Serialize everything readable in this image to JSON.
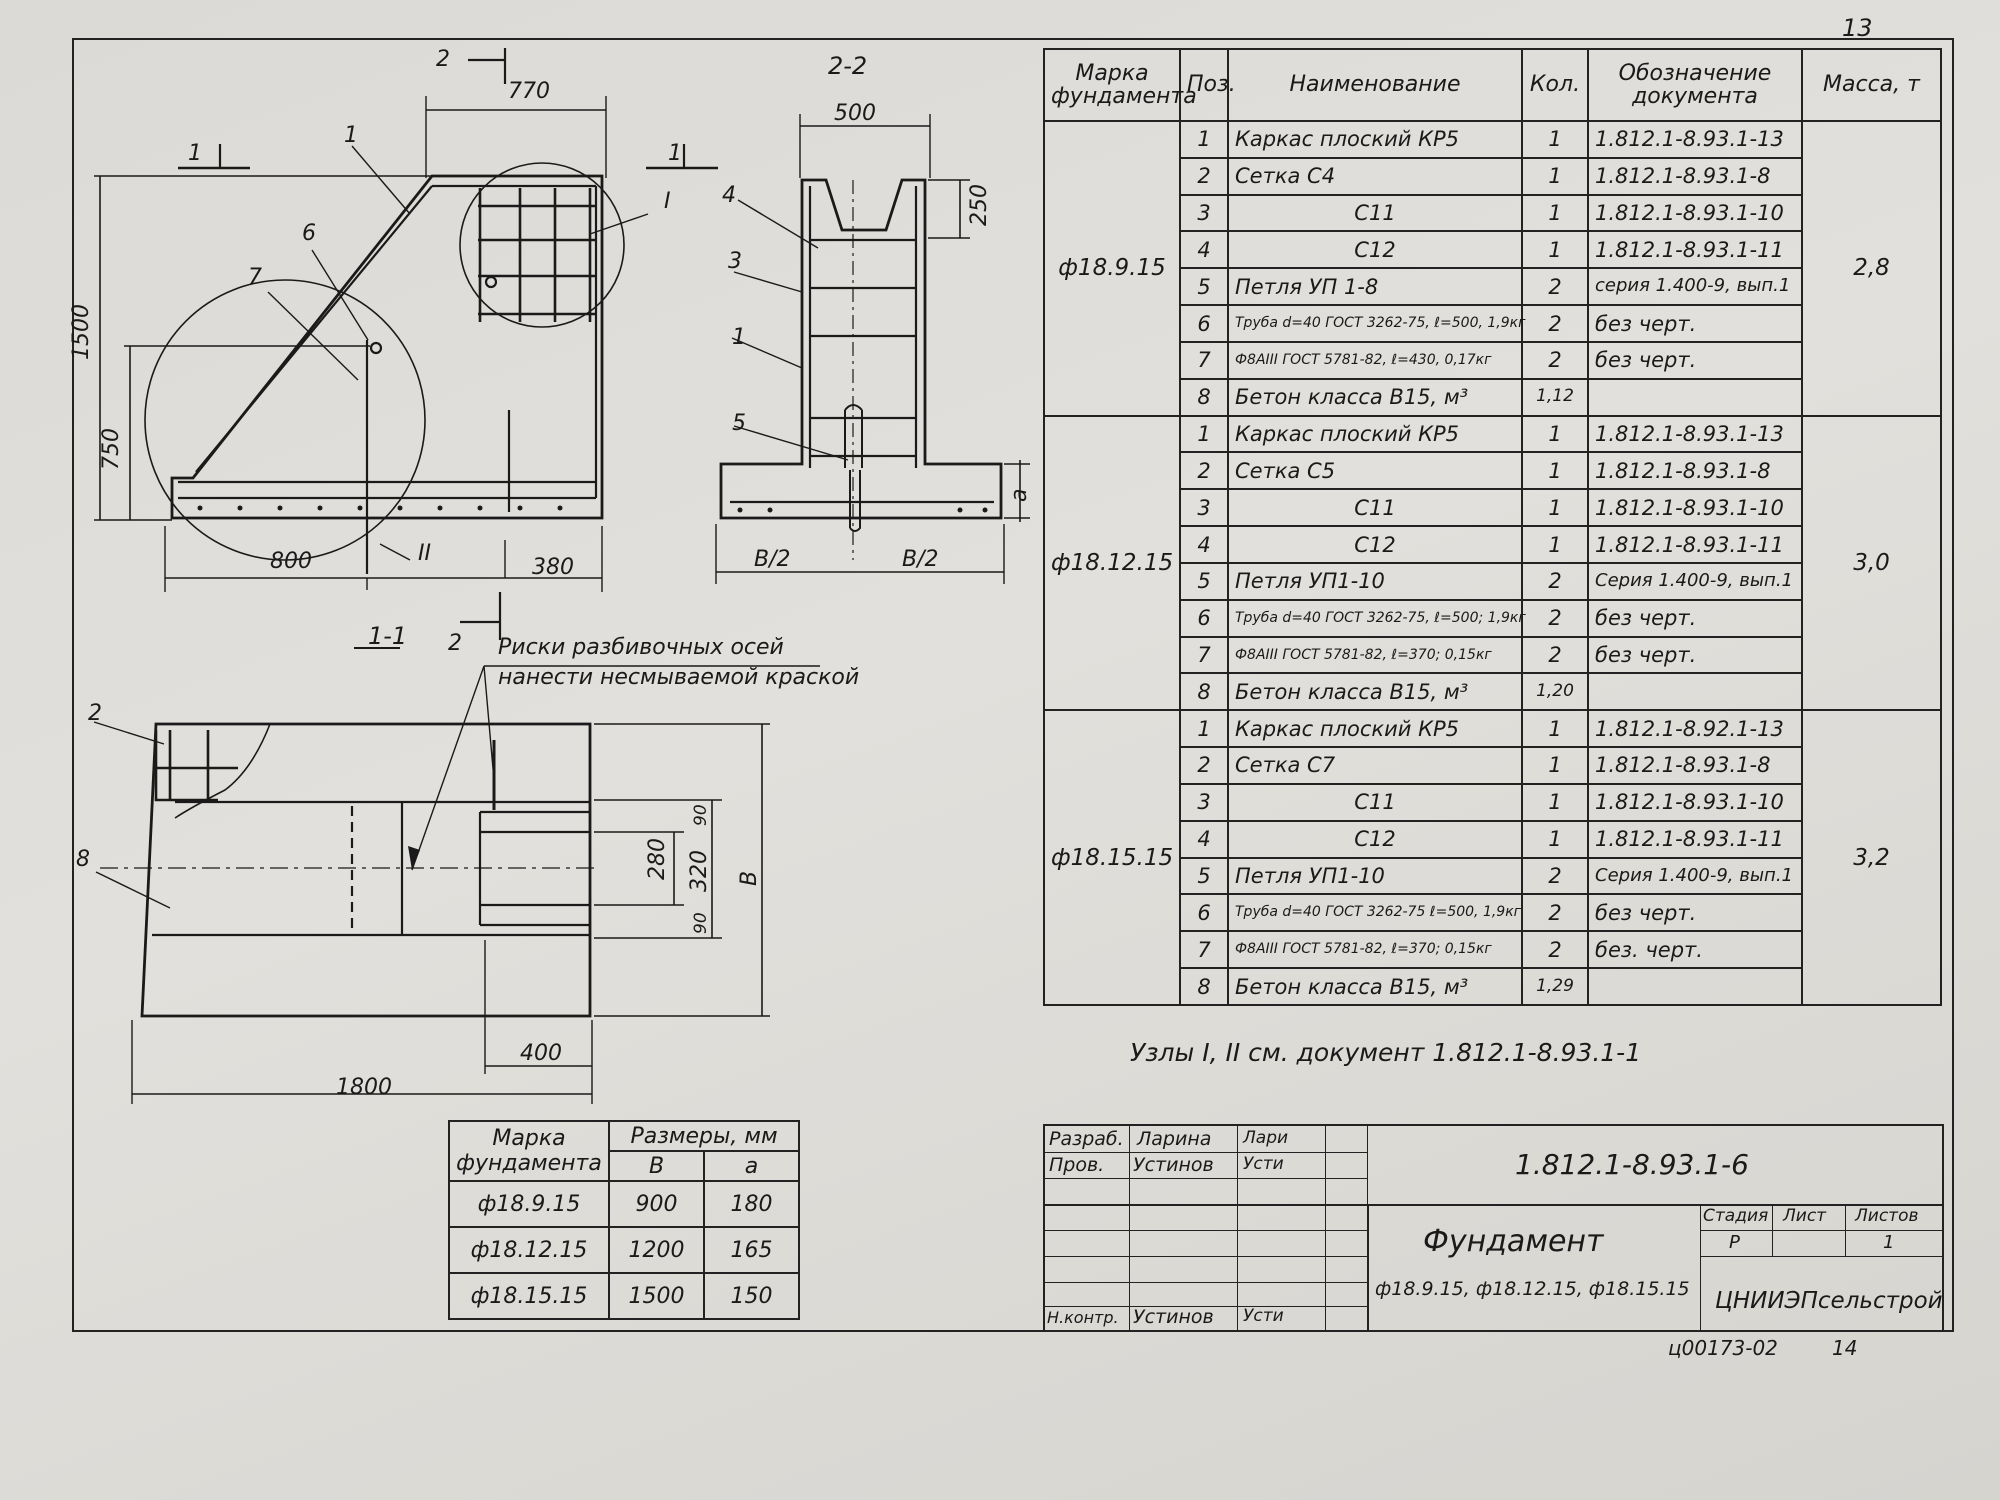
{
  "page_number": "13",
  "views": {
    "section_11": "1-1",
    "section_22": "2-2",
    "cut_1": "1",
    "cut_2": "2",
    "node_I": "I",
    "node_II": "II"
  },
  "dims": {
    "d770": "770",
    "d1500": "1500",
    "d750": "750",
    "d800": "800",
    "d380": "380",
    "d500": "500",
    "d250": "250",
    "b_half": "B/2",
    "a": "a",
    "d1800": "1800",
    "d400": "400",
    "d280": "280",
    "d320": "320",
    "d90a": "90",
    "d90b": "90",
    "B": "B"
  },
  "callouts": [
    "1",
    "6",
    "7",
    "4",
    "3",
    "1",
    "5",
    "2",
    "8"
  ],
  "note_axes": {
    "line1": "Риски разбивочных осей",
    "line2": "нанести несмываемой краской"
  },
  "spec_table": {
    "headers": {
      "mark": "Марка фундамента",
      "pos": "Поз.",
      "name": "Наименование",
      "qty": "Кол.",
      "doc": "Обозначение документа",
      "mass": "Масса, т"
    },
    "groups": [
      {
        "mark": "ф18.9.15",
        "mass": "2,8",
        "rows": [
          {
            "pos": "1",
            "name": "Каркас плоский КР5",
            "qty": "1",
            "doc": "1.812.1-8.93.1-13"
          },
          {
            "pos": "2",
            "name": "Сетка С4",
            "qty": "1",
            "doc": "1.812.1-8.93.1-8"
          },
          {
            "pos": "3",
            "name": "С11",
            "qty": "1",
            "doc": "1.812.1-8.93.1-10"
          },
          {
            "pos": "4",
            "name": "С12",
            "qty": "1",
            "doc": "1.812.1-8.93.1-11"
          },
          {
            "pos": "5",
            "name": "Петля УП 1-8",
            "qty": "2",
            "doc": "серия 1.400-9, вып.1"
          },
          {
            "pos": "6",
            "name": "Труба d=40 ГОСТ 3262-75, ℓ=500, 1,9кг",
            "qty": "2",
            "doc": "без черт."
          },
          {
            "pos": "7",
            "name": "Ф8АIII ГОСТ 5781-82, ℓ=430, 0,17кг",
            "qty": "2",
            "doc": "без черт."
          },
          {
            "pos": "8",
            "name": "Бетон класса В15, м³",
            "qty": "1,12",
            "doc": ""
          }
        ]
      },
      {
        "mark": "ф18.12.15",
        "mass": "3,0",
        "rows": [
          {
            "pos": "1",
            "name": "Каркас плоский КР5",
            "qty": "1",
            "doc": "1.812.1-8.93.1-13"
          },
          {
            "pos": "2",
            "name": "Сетка С5",
            "qty": "1",
            "doc": "1.812.1-8.93.1-8"
          },
          {
            "pos": "3",
            "name": "С11",
            "qty": "1",
            "doc": "1.812.1-8.93.1-10"
          },
          {
            "pos": "4",
            "name": "С12",
            "qty": "1",
            "doc": "1.812.1-8.93.1-11"
          },
          {
            "pos": "5",
            "name": "Петля УП1-10",
            "qty": "2",
            "doc": "Серия 1.400-9, вып.1"
          },
          {
            "pos": "6",
            "name": "Труба d=40 ГОСТ 3262-75, ℓ=500; 1,9кг",
            "qty": "2",
            "doc": "без черт."
          },
          {
            "pos": "7",
            "name": "Ф8АIII ГОСТ 5781-82, ℓ=370; 0,15кг",
            "qty": "2",
            "doc": "без черт."
          },
          {
            "pos": "8",
            "name": "Бетон класса В15, м³",
            "qty": "1,20",
            "doc": ""
          }
        ]
      },
      {
        "mark": "ф18.15.15",
        "mass": "3,2",
        "rows": [
          {
            "pos": "1",
            "name": "Каркас плоский КР5",
            "qty": "1",
            "doc": "1.812.1-8.92.1-13"
          },
          {
            "pos": "2",
            "name": "Сетка С7",
            "qty": "1",
            "doc": "1.812.1-8.93.1-8"
          },
          {
            "pos": "3",
            "name": "С11",
            "qty": "1",
            "doc": "1.812.1-8.93.1-10"
          },
          {
            "pos": "4",
            "name": "С12",
            "qty": "1",
            "doc": "1.812.1-8.93.1-11"
          },
          {
            "pos": "5",
            "name": "Петля УП1-10",
            "qty": "2",
            "doc": "Серия 1.400-9, вып.1"
          },
          {
            "pos": "6",
            "name": "Труба d=40 ГОСТ 3262-75 ℓ=500, 1,9кг",
            "qty": "2",
            "doc": "без черт."
          },
          {
            "pos": "7",
            "name": "Ф8АIII ГОСТ 5781-82, ℓ=370; 0,15кг",
            "qty": "2",
            "doc": "без. черт."
          },
          {
            "pos": "8",
            "name": "Бетон класса В15, м³",
            "qty": "1,29",
            "doc": ""
          }
        ]
      }
    ]
  },
  "nodes_note": "Узлы I, II см. документ 1.812.1-8.93.1-1",
  "sizes_table": {
    "h_mark": "Марка фундамента",
    "h_sizes": "Размеры, мм",
    "h_b": "В",
    "h_a": "а",
    "rows": [
      {
        "mark": "ф18.9.15",
        "b": "900",
        "a": "180"
      },
      {
        "mark": "ф18.12.15",
        "b": "1200",
        "a": "165"
      },
      {
        "mark": "ф18.15.15",
        "b": "1500",
        "a": "150"
      }
    ]
  },
  "title_block": {
    "designation": "1.812.1-8.93.1-6",
    "title": "Фундамент",
    "subtitle": "ф18.9.15, ф18.12.15, ф18.15.15",
    "razrab_label": "Разраб.",
    "razrab_name": "Ларина",
    "razrab_sign": "Лари",
    "prov_label": "Пров.",
    "prov_name": "Устинов",
    "prov_sign": "Усти",
    "nkontr_label": "Н.контр.",
    "nkontr_name": "Устинов",
    "nkontr_sign": "Усти",
    "stage_label": "Стадия",
    "sheet_label": "Лист",
    "sheets_label": "Листов",
    "stage": "Р",
    "sheets": "1",
    "org": "ЦНИИЭПсельстрой"
  },
  "footer_code": "ц00173-02",
  "footer_page": "14"
}
